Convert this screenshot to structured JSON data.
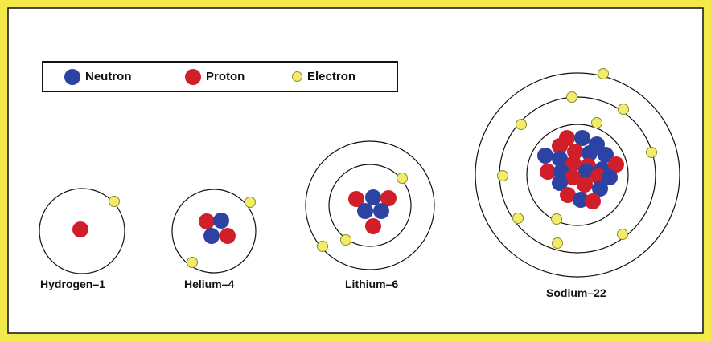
{
  "colors": {
    "page_border": "#f3ea4a",
    "neutron": "#2d43a4",
    "proton": "#d11f2a",
    "electron": "#f2ec6a",
    "electron_stroke": "#8a8a2a",
    "line": "#111111"
  },
  "legend": [
    {
      "label": "Neutron",
      "kind": "neutron"
    },
    {
      "label": "Proton",
      "kind": "proton"
    },
    {
      "label": "Electron",
      "kind": "electron"
    }
  ],
  "atoms": [
    {
      "name": "Hydrogen-1",
      "label": "Hydrogen–1",
      "protons": 1,
      "neutrons": 0,
      "electrons": 1,
      "shells": [
        1
      ]
    },
    {
      "name": "Helium-4",
      "label": "Helium–4",
      "protons": 2,
      "neutrons": 2,
      "electrons": 2,
      "shells": [
        2
      ]
    },
    {
      "name": "Lithium-6",
      "label": "Lithium–6",
      "protons": 3,
      "neutrons": 3,
      "electrons": 3,
      "shells": [
        2,
        1
      ]
    },
    {
      "name": "Sodium-22",
      "label": "Sodium–22",
      "protons": 11,
      "neutrons": 11,
      "electrons": 11,
      "shells": [
        2,
        8,
        1
      ]
    }
  ]
}
